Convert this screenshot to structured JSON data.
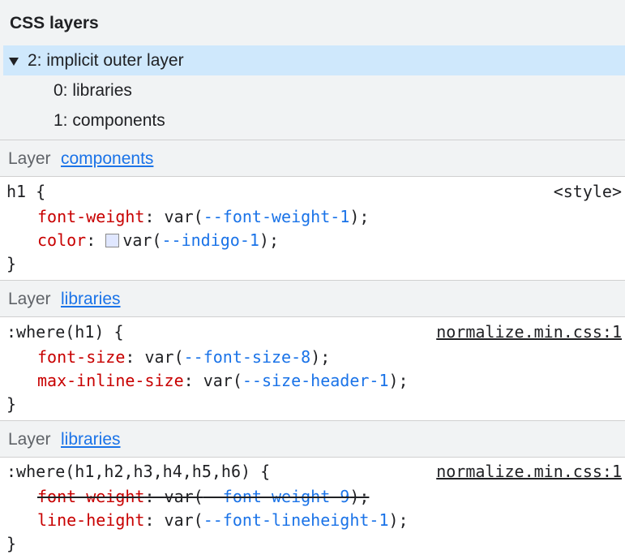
{
  "tree": {
    "title": "CSS layers",
    "items": [
      {
        "label": "2: implicit outer layer",
        "selected": true
      },
      {
        "label": "0: libraries"
      },
      {
        "label": "1: components"
      }
    ]
  },
  "sections": [
    {
      "prefix": "Layer",
      "layer": "components",
      "selector": "h1 {",
      "source": "<style>",
      "declarations": [
        {
          "prop": "font-weight",
          "value": "var(",
          "var": "--font-weight-1",
          "end": ");"
        },
        {
          "prop": "color",
          "value": "var(",
          "var": "--indigo-1",
          "end": ");",
          "swatch": "#e0e7ff"
        }
      ],
      "close": "}"
    },
    {
      "prefix": "Layer",
      "layer": "libraries",
      "selector": ":where(h1) {",
      "source": "normalize.min.css:1",
      "declarations": [
        {
          "prop": "font-size",
          "value": "var(",
          "var": "--font-size-8",
          "end": ");"
        },
        {
          "prop": "max-inline-size",
          "value": "var(",
          "var": "--size-header-1",
          "end": ");"
        }
      ],
      "close": "}"
    },
    {
      "prefix": "Layer",
      "layer": "libraries",
      "selector": ":where(h1,h2,h3,h4,h5,h6) {",
      "source": "normalize.min.css:1",
      "declarations": [
        {
          "prop": "font-weight",
          "value": "var(",
          "var": "--font-weight-9",
          "end": ");",
          "overridden": true
        },
        {
          "prop": "line-height",
          "value": "var(",
          "var": "--font-lineheight-1",
          "end": ");"
        }
      ],
      "close": "}"
    }
  ],
  "punct": {
    "colon": ": "
  }
}
